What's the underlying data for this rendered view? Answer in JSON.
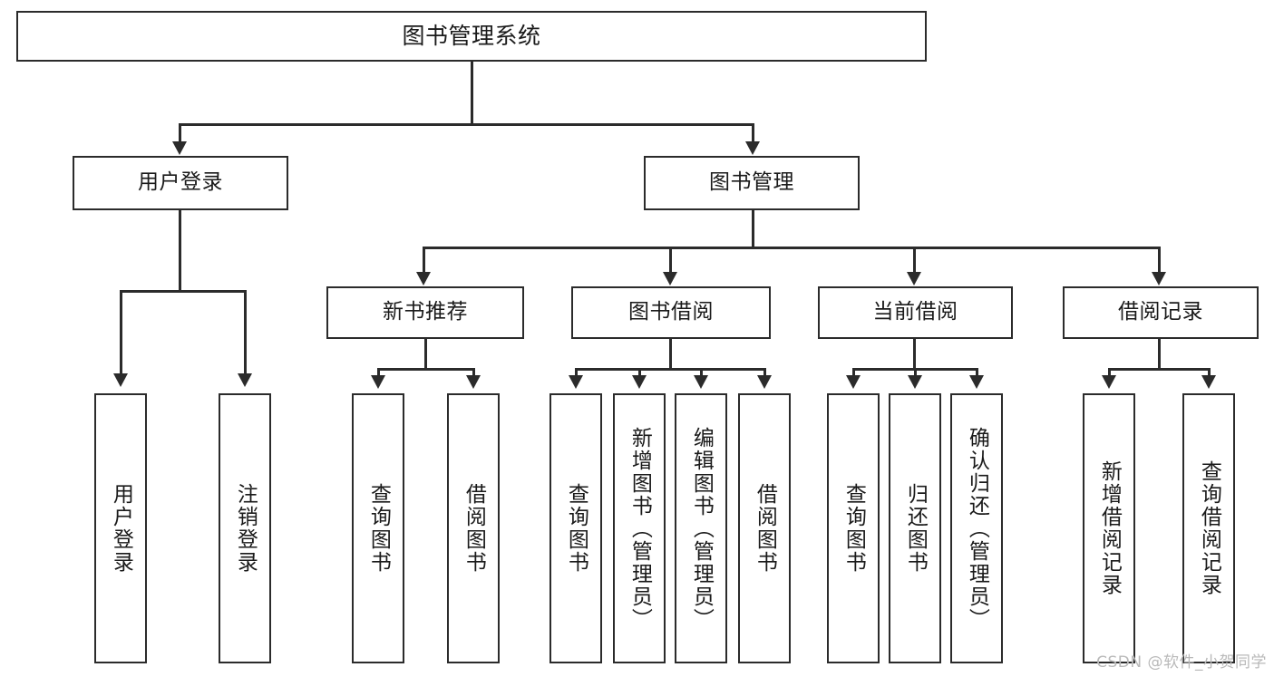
{
  "diagram": {
    "title": "图书管理系统",
    "type": "tree-hierarchy-chart",
    "root": {
      "label": "图书管理系统"
    },
    "level2": [
      {
        "label": "用户登录"
      },
      {
        "label": "图书管理"
      }
    ],
    "level3": [
      {
        "label": "新书推荐"
      },
      {
        "label": "图书借阅"
      },
      {
        "label": "当前借阅"
      },
      {
        "label": "借阅记录"
      }
    ],
    "leaves": {
      "user_login": [
        {
          "label": "用户登录"
        },
        {
          "label": "注销登录"
        }
      ],
      "new_book_recommend": [
        {
          "label": "查询图书"
        },
        {
          "label": "借阅图书"
        }
      ],
      "book_borrow": [
        {
          "label": "查询图书"
        },
        {
          "label": "新增图书（管理员）"
        },
        {
          "label": "编辑图书（管理员）"
        },
        {
          "label": "借阅图书"
        }
      ],
      "current_borrow": [
        {
          "label": "查询图书"
        },
        {
          "label": "归还图书"
        },
        {
          "label": "确认归还（管理员）"
        }
      ],
      "borrow_record": [
        {
          "label": "新增借阅记录"
        },
        {
          "label": "查询借阅记录"
        }
      ]
    }
  },
  "watermark": {
    "text": "CSDN @软件_小贺同学"
  },
  "colors": {
    "stroke": "#2b2b2b",
    "background": "#ffffff",
    "text": "#1a1a1a",
    "watermark": "#b9b9b9"
  }
}
